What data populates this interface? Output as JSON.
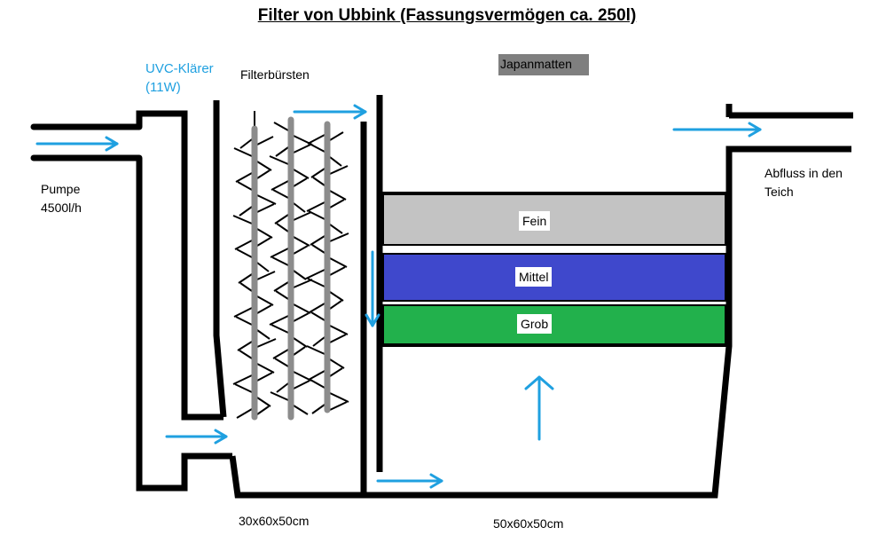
{
  "title": "Filter von Ubbink (Fassungsvermögen ca. 250l)",
  "labels": {
    "pump_line1": "Pumpe",
    "pump_line2": "4500l/h",
    "uvc_line1": "UVC-Klärer",
    "uvc_line2": "(11W)",
    "brushes": "Filterbürsten",
    "mats": "Japanmatten",
    "outlet_line1": "Abfluss in den",
    "outlet_line2": "Teich",
    "dim_left": "30x60x50cm",
    "dim_right": "50x60x50cm"
  },
  "layers": [
    {
      "name": "Fein",
      "color": "#c3c3c3"
    },
    {
      "name": "Mittel",
      "color": "#3f48cc"
    },
    {
      "name": "Grob",
      "color": "#22b14c"
    }
  ],
  "colors": {
    "outline": "#000000",
    "arrow": "#1fa0e0",
    "brush_rod": "#8c8c8c",
    "mats_label_bg": "#7f7f7f"
  }
}
